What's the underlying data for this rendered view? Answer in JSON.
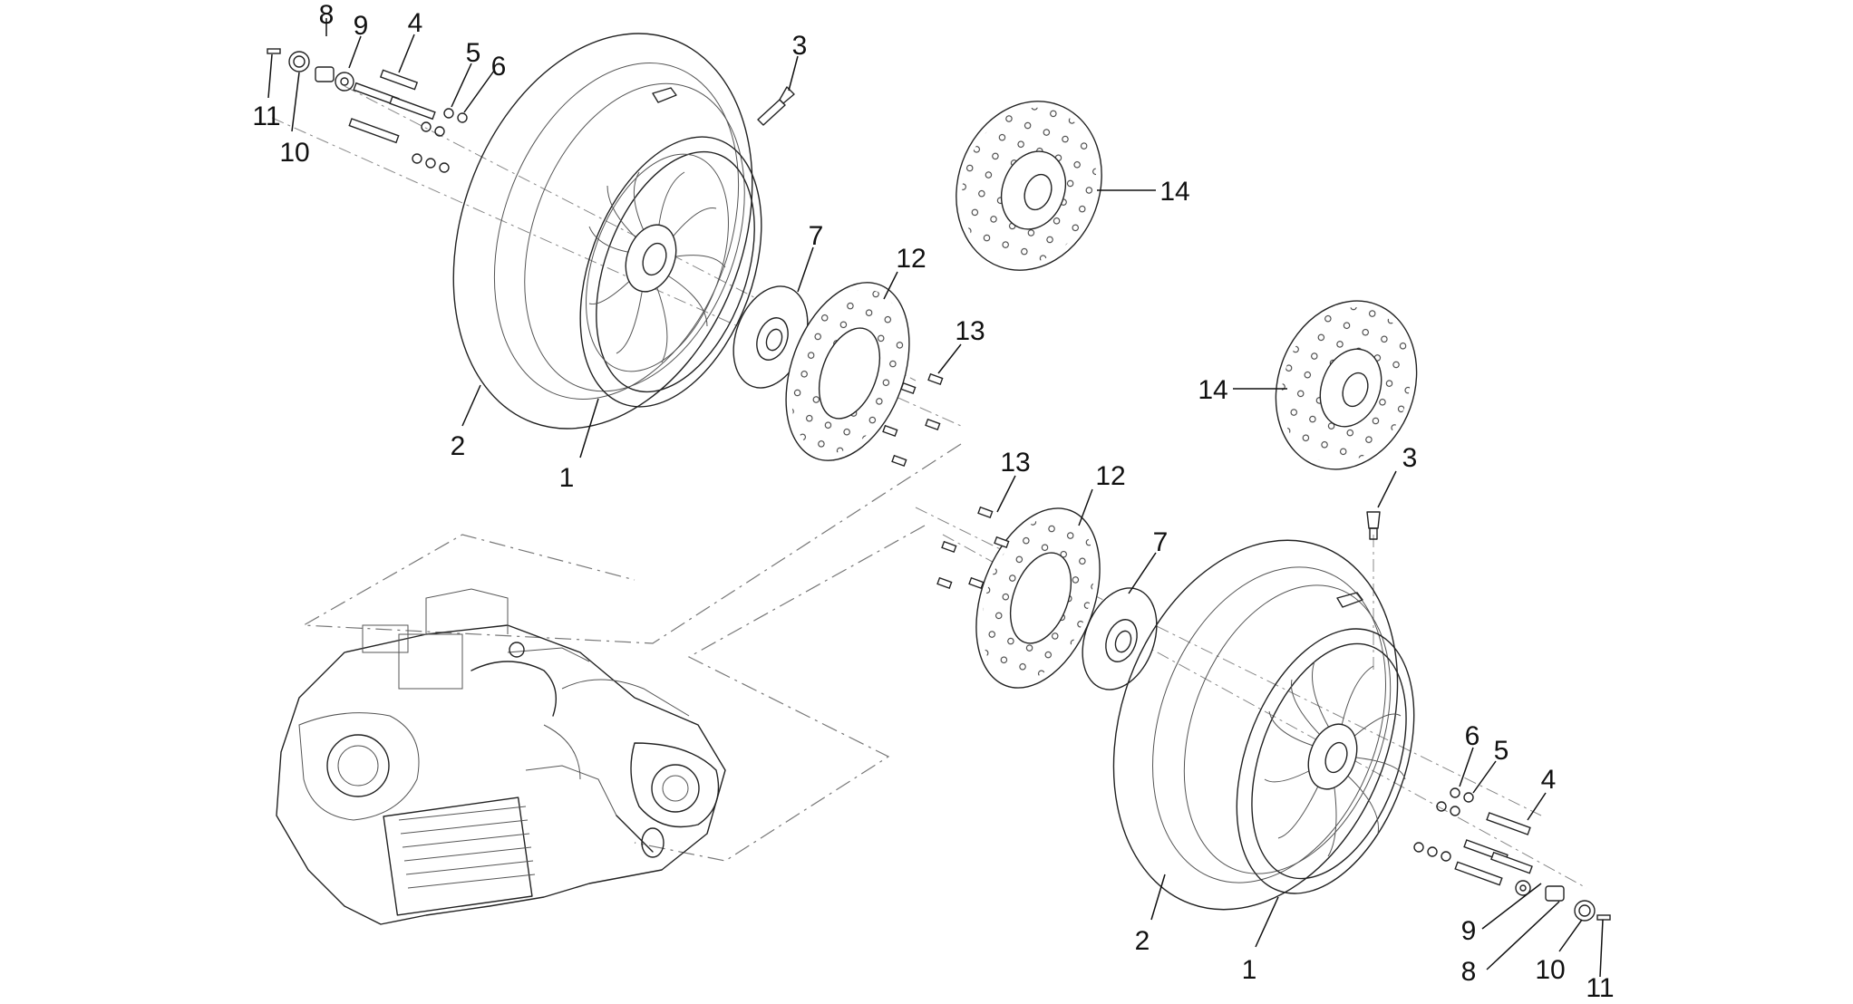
{
  "callouts": {
    "rear": {
      "n1": "1",
      "n2": "2",
      "n3": "3",
      "n4": "4",
      "n5": "5",
      "n6": "6",
      "n7": "7",
      "n8": "8",
      "n9": "9",
      "n10": "10",
      "n11": "11",
      "n12": "12",
      "n13": "13",
      "n14": "14"
    },
    "front": {
      "n1": "1",
      "n2": "2",
      "n3": "3",
      "n4": "4",
      "n5": "5",
      "n6": "6",
      "n7": "7",
      "n8": "8",
      "n9": "9",
      "n10": "10",
      "n11": "11",
      "n12": "12",
      "n13": "13",
      "n14": "14"
    }
  },
  "colors": {
    "line": "#222222",
    "background": "#ffffff"
  }
}
